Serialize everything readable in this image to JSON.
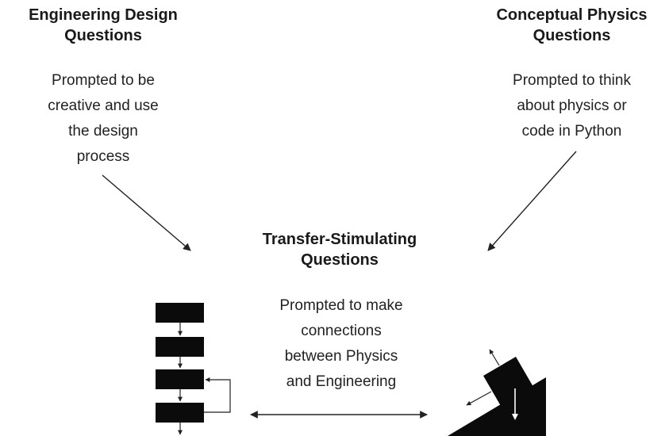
{
  "engineering": {
    "title_line1": "Engineering Design",
    "title_line2": "Questions",
    "body": [
      "Prompted to be",
      "creative and use",
      "the design",
      "process"
    ]
  },
  "physics": {
    "title_line1": "Conceptual Physics",
    "title_line2": "Questions",
    "body": [
      "Prompted to think",
      "about physics or",
      "code in Python"
    ]
  },
  "transfer": {
    "title_line1": "Transfer-Stimulating",
    "title_line2": "Questions",
    "body": [
      "Prompted to make",
      "connections",
      "between Physics",
      "and Engineering"
    ]
  },
  "icons": {
    "left": "flowchart-icon",
    "right": "inclined-plane-icon",
    "connector": "double-arrow"
  },
  "colors": {
    "ink": "#111111",
    "text": "#222222",
    "background": "#ffffff"
  }
}
